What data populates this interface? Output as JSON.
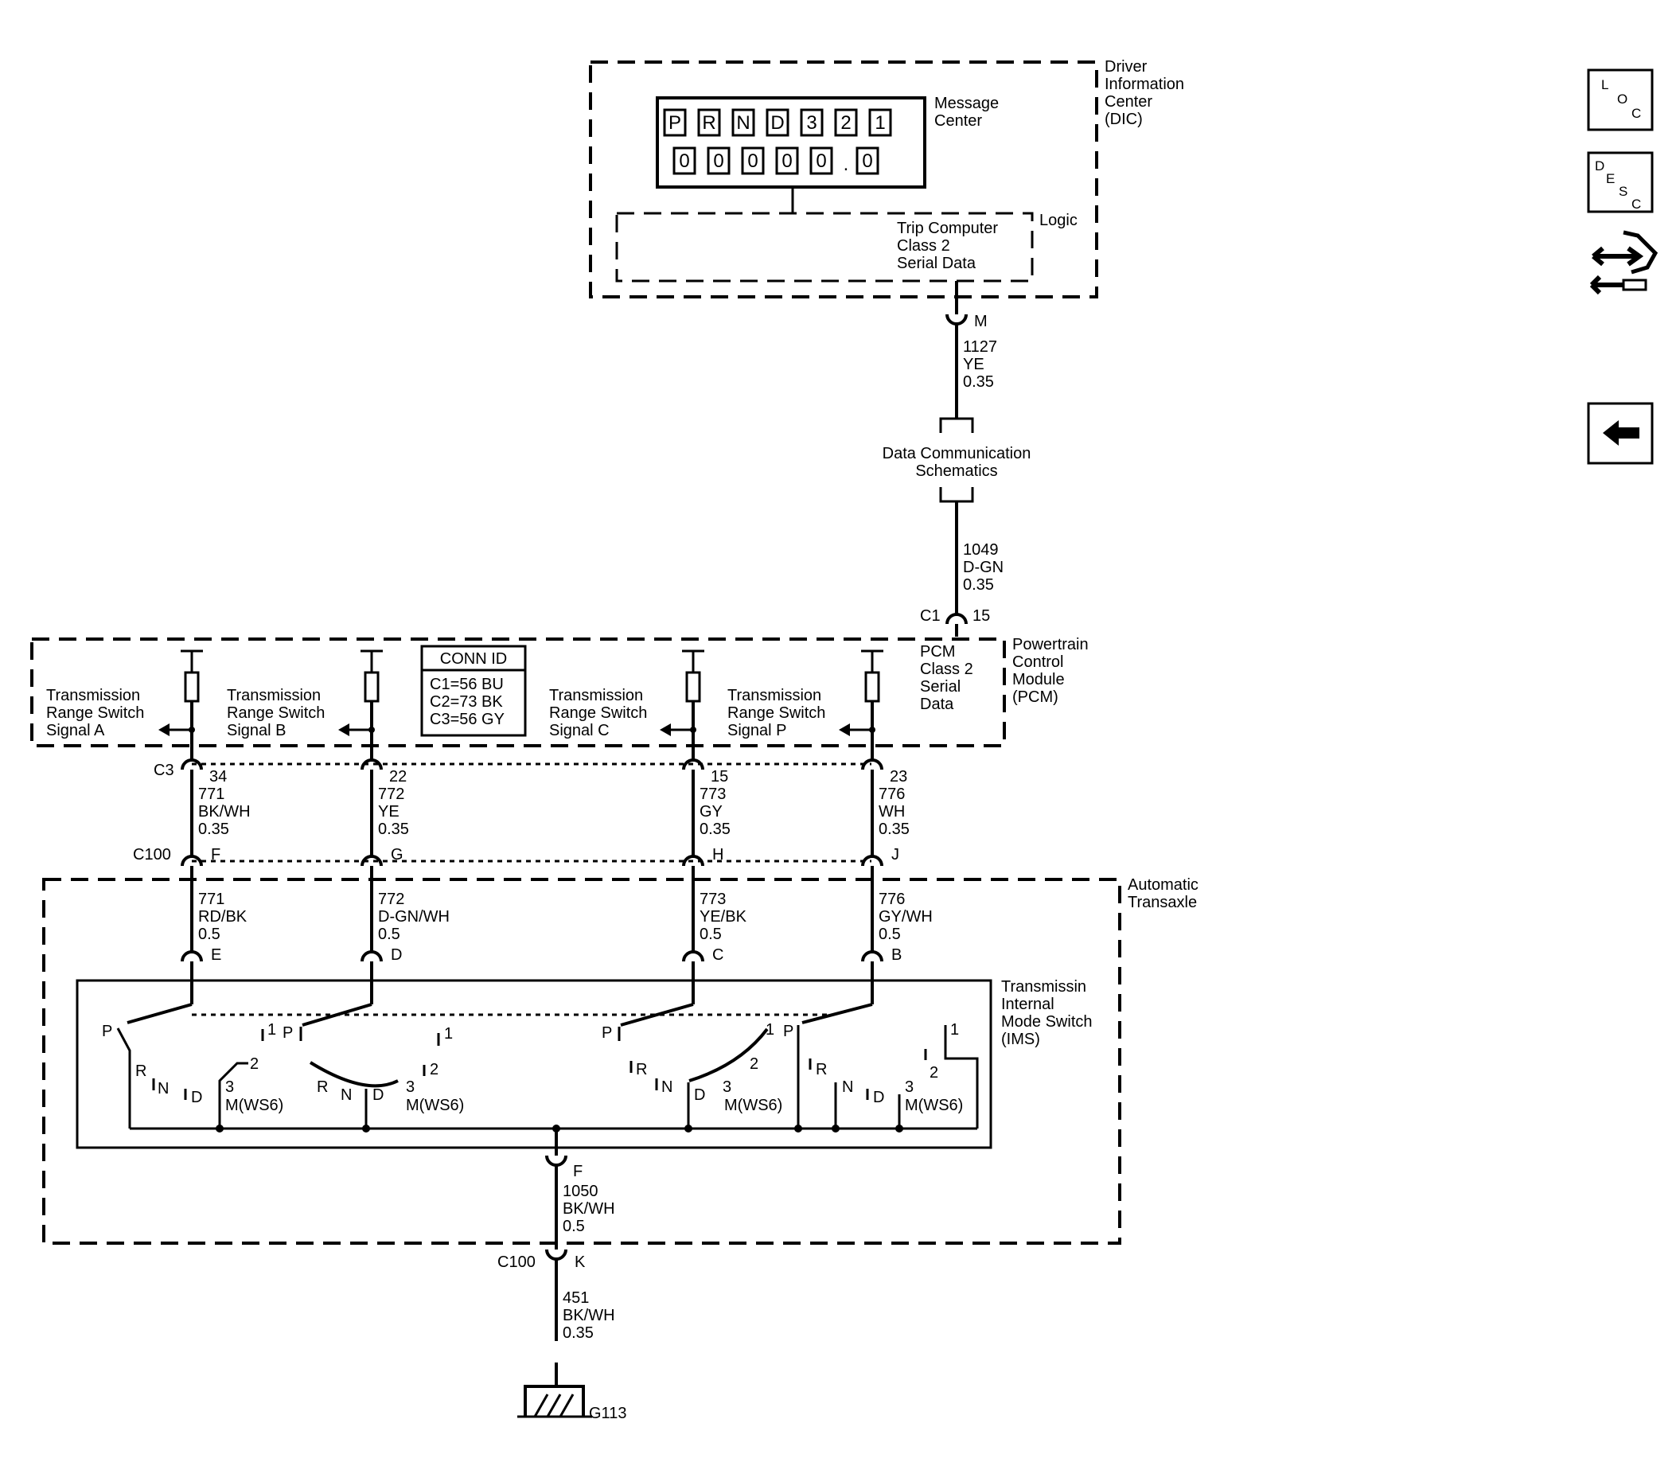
{
  "dic": {
    "title": [
      "Driver",
      "Information",
      "Center",
      "(DIC)"
    ],
    "message_center_label": [
      "Message",
      "Center"
    ],
    "gear_row": [
      "P",
      "R",
      "N",
      "D",
      "3",
      "2",
      "1"
    ],
    "odo_row": [
      "0",
      "0",
      "0",
      "0",
      "0",
      ".",
      "0"
    ],
    "logic_label": "Logic",
    "trip_computer": [
      "Trip Computer",
      "Class 2",
      "Serial Data"
    ]
  },
  "wire_dic": {
    "pin": "M",
    "circuit": "1127",
    "color": "YE",
    "gauge": "0.35"
  },
  "data_comm_label": [
    "Data Communication",
    "Schematics"
  ],
  "wire_pcm_in": {
    "connector": "C1",
    "pin": "15",
    "circuit": "1049",
    "color": "D-GN",
    "gauge": "0.35"
  },
  "pcm": {
    "title": [
      "Powertrain",
      "Control",
      "Module",
      "(PCM)"
    ],
    "class2": [
      "PCM",
      "Class 2",
      "Serial",
      "Data"
    ],
    "conn_id_title": "CONN ID",
    "conn_id_rows": [
      "C1=56 BU",
      "C2=73 BK",
      "C3=56 GY"
    ],
    "signals": [
      [
        "Transmission",
        "Range Switch",
        "Signal A"
      ],
      [
        "Transmission",
        "Range Switch",
        "Signal B"
      ],
      [
        "Transmission",
        "Range Switch",
        "Signal C"
      ],
      [
        "Transmission",
        "Range Switch",
        "Signal P"
      ]
    ]
  },
  "c3_label": "C3",
  "c100_label": "C100",
  "upper_wires": [
    {
      "pin": "34",
      "circuit": "771",
      "color": "BK/WH",
      "gauge": "0.35",
      "c100_pin": "F"
    },
    {
      "pin": "22",
      "circuit": "772",
      "color": "YE",
      "gauge": "0.35",
      "c100_pin": "G"
    },
    {
      "pin": "15",
      "circuit": "773",
      "color": "GY",
      "gauge": "0.35",
      "c100_pin": "H"
    },
    {
      "pin": "23",
      "circuit": "776",
      "color": "WH",
      "gauge": "0.35",
      "c100_pin": "J"
    }
  ],
  "transaxle": {
    "title": [
      "Automatic",
      "Transaxle"
    ],
    "lower_wires": [
      {
        "circuit": "771",
        "color": "RD/BK",
        "gauge": "0.5",
        "pin": "E"
      },
      {
        "circuit": "772",
        "color": "D-GN/WH",
        "gauge": "0.5",
        "pin": "D"
      },
      {
        "circuit": "773",
        "color": "YE/BK",
        "gauge": "0.5",
        "pin": "C"
      },
      {
        "circuit": "776",
        "color": "GY/WH",
        "gauge": "0.5",
        "pin": "B"
      }
    ],
    "ims_title": [
      "Transmissin",
      "Internal",
      "Mode Switch",
      "(IMS)"
    ],
    "pos": {
      "P": "P",
      "R": "R",
      "N": "N",
      "D": "D",
      "three": "3",
      "two": "2",
      "one": "1",
      "mws6": "M(WS6)"
    }
  },
  "ground_wire": {
    "pin": "F",
    "circuit": "1050",
    "color": "BK/WH",
    "gauge": "0.5",
    "c100": "C100",
    "c100_pin": "K",
    "circuit2": "451",
    "color2": "BK/WH",
    "gauge2": "0.35",
    "ground_label": "G113"
  },
  "nav": {
    "loc": [
      "L",
      "O",
      "C"
    ],
    "desc": [
      "D",
      "E",
      "S",
      "C"
    ]
  }
}
